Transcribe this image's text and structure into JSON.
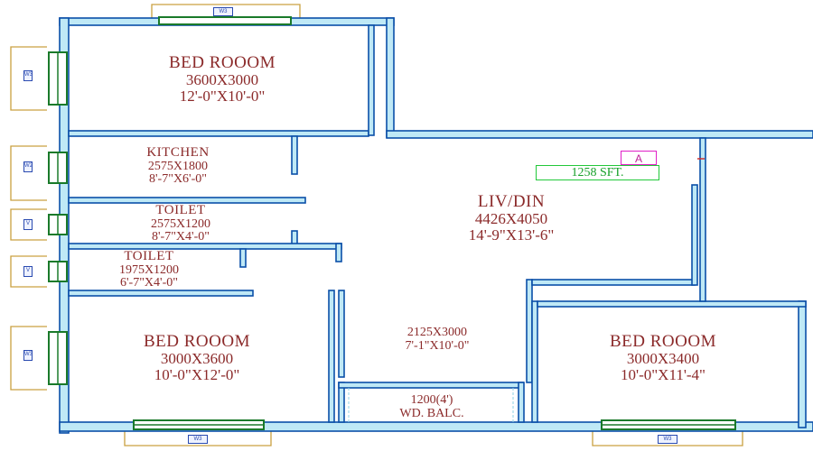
{
  "rooms": {
    "bed1": {
      "name": "BED ROOOM",
      "metric": "3600X3000",
      "imperial": "12'-0\"X10'-0\""
    },
    "kitchen": {
      "name": "KITCHEN",
      "metric": "2575X1800",
      "imperial": "8'-7\"X6'-0\""
    },
    "toilet1": {
      "name": "TOILET",
      "metric": "2575X1200",
      "imperial": "8'-7\"X4'-0\""
    },
    "toilet2": {
      "name": "TOILET",
      "metric": "1975X1200",
      "imperial": "6'-7\"X4'-0\""
    },
    "liv_din": {
      "name": "LIV/DIN",
      "metric": "4426X4050",
      "imperial": "14'-9\"X13'-6\""
    },
    "passage": {
      "metric": "2125X3000",
      "imperial": "7'-1\"X10'-0\""
    },
    "bed2": {
      "name": "BED ROOOM",
      "metric": "3000X3600",
      "imperial": "10'-0\"X12'-0\""
    },
    "bed3": {
      "name": "BED ROOOM",
      "metric": "3000X3400",
      "imperial": "10'-0\"X11'-4\""
    },
    "balcony": {
      "metric": "1200(4')",
      "name": "WD. BALC."
    }
  },
  "area": {
    "tag": "A",
    "value": "1258 SFT."
  },
  "windows": {
    "w3": "W3",
    "w2": "W2",
    "w1": "W1",
    "v": "V"
  },
  "colors": {
    "wall": "#0b4fa8",
    "wall_fill": "#bfe9f6",
    "window": "#1a7a2a",
    "frame": "#c9a040",
    "text": "#8b2a2a",
    "area_border": "#22c83a",
    "tag_border": "#e020c8"
  }
}
